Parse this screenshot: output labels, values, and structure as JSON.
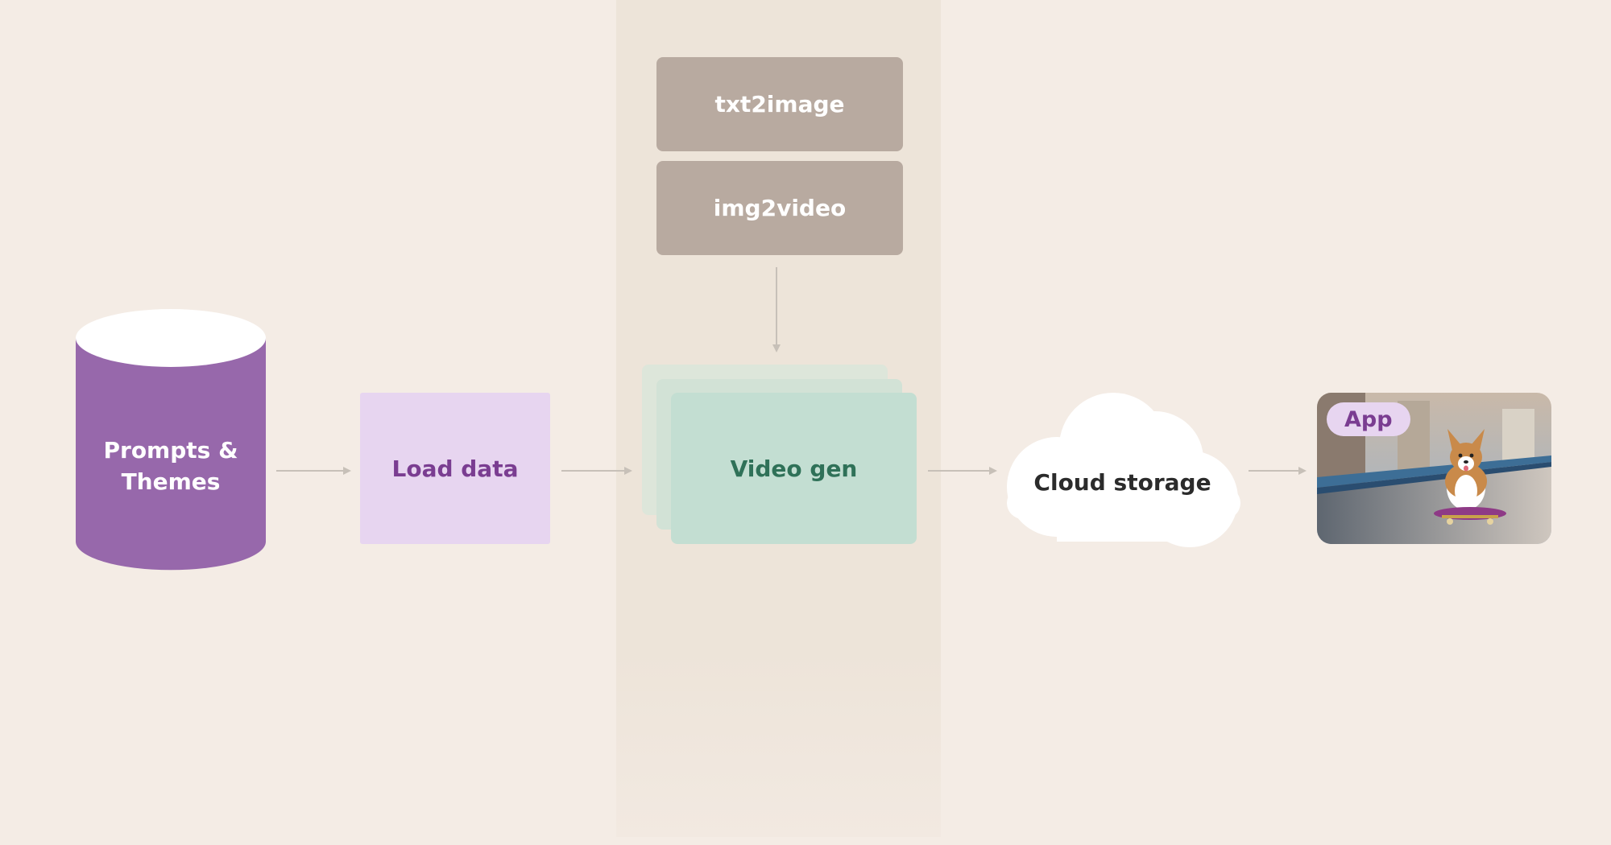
{
  "diagram": {
    "source": {
      "label_line1": "Prompts &",
      "label_line2": "Themes",
      "shape": "database-cylinder",
      "color": "#9768ab"
    },
    "load": {
      "label": "Load data",
      "color": "#e7d5f0"
    },
    "models": [
      {
        "label": "txt2image"
      },
      {
        "label": "img2video"
      }
    ],
    "video": {
      "label": "Video gen",
      "color": "#c3ded2"
    },
    "storage": {
      "label": "Cloud storage",
      "shape": "cloud"
    },
    "app": {
      "label": "App",
      "preview": "corgi-on-skateboard-image"
    },
    "edges": [
      {
        "from": "Prompts & Themes",
        "to": "Load data"
      },
      {
        "from": "Load data",
        "to": "Video gen"
      },
      {
        "from": "img2video",
        "to": "Video gen"
      },
      {
        "from": "Video gen",
        "to": "Cloud storage"
      },
      {
        "from": "Cloud storage",
        "to": "App"
      }
    ]
  }
}
